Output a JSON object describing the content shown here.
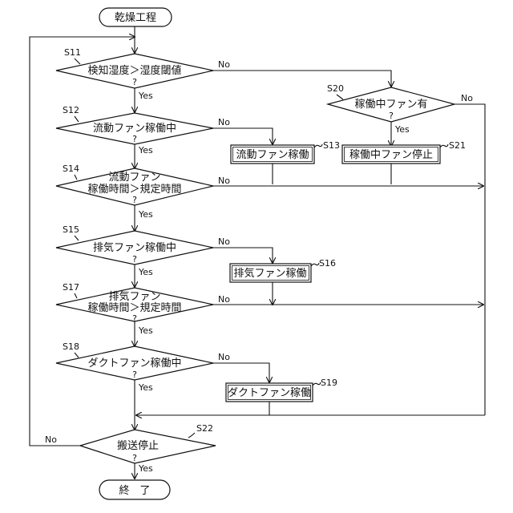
{
  "start": "乾燥工程",
  "end": "終　了",
  "steps": {
    "s11": {
      "id": "S11",
      "lines": [
        "検知湿度＞湿度閾値",
        "?"
      ]
    },
    "s12": {
      "id": "S12",
      "lines": [
        "流動ファン稼働中",
        "?"
      ]
    },
    "s13": {
      "id": "S13",
      "label": "流動ファン稼働"
    },
    "s14": {
      "id": "S14",
      "lines": [
        "流動ファン",
        "稼働時間＞規定時間",
        "?"
      ]
    },
    "s15": {
      "id": "S15",
      "lines": [
        "排気ファン稼働中",
        "?"
      ]
    },
    "s16": {
      "id": "S16",
      "label": "排気ファン稼働"
    },
    "s17": {
      "id": "S17",
      "lines": [
        "排気ファン",
        "稼働時間＞規定時間",
        "?"
      ]
    },
    "s18": {
      "id": "S18",
      "lines": [
        "ダクトファン稼働中",
        "?"
      ]
    },
    "s19": {
      "id": "S19",
      "label": "ダクトファン稼働"
    },
    "s20": {
      "id": "S20",
      "lines": [
        "稼働中ファン有",
        "?"
      ]
    },
    "s21": {
      "id": "S21",
      "label": "稼働中ファン停止"
    },
    "s22": {
      "id": "S22",
      "lines": [
        "搬送停止",
        "?"
      ]
    }
  },
  "yes": "Yes",
  "no": "No"
}
